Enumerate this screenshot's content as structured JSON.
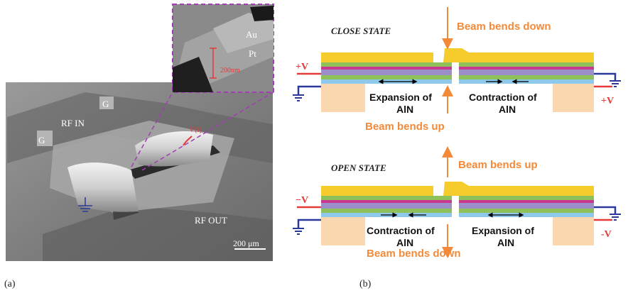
{
  "panel_a": {
    "label": "(a)",
    "inset": {
      "metal_top": "Au",
      "metal_bottom": "Pt",
      "thickness_label": "200nm"
    },
    "sem": {
      "rf_in": "RF IN",
      "rf_out": "RF OUT",
      "ground_1": "G",
      "ground_2": "G",
      "voltage": "V(t)",
      "scale_bar": "200 μm"
    }
  },
  "panel_b": {
    "label": "(b)",
    "close_state": {
      "title": "CLOSE STATE",
      "arrow_top": "Beam bends down",
      "arrow_bottom": "Beam bends up",
      "left_text_1": "Expansion of",
      "left_text_2": "AlN",
      "right_text_1": "Contraction of",
      "right_text_2": "AlN",
      "left_voltage": "+V",
      "right_voltage": "+V"
    },
    "open_state": {
      "title": "OPEN STATE",
      "arrow_top": "Beam bends up",
      "arrow_bottom": "Beam bends down",
      "left_text_1": "Contraction of",
      "left_text_2": "AlN",
      "right_text_1": "Expansion of",
      "right_text_2": "AlN",
      "left_voltage": "−V",
      "right_voltage": "-V"
    }
  },
  "colors": {
    "gold": "#F5CC2B",
    "green": "#8FC15A",
    "magenta": "#C8388C",
    "purple": "#9C8FC9",
    "light_blue": "#8EC8EA",
    "anchor": "#FAD7AE",
    "orange": "#F28A3A",
    "wire_red": "#E53A3A",
    "wire_blue": "#2B3A9A",
    "callout": "#A23DB5"
  }
}
